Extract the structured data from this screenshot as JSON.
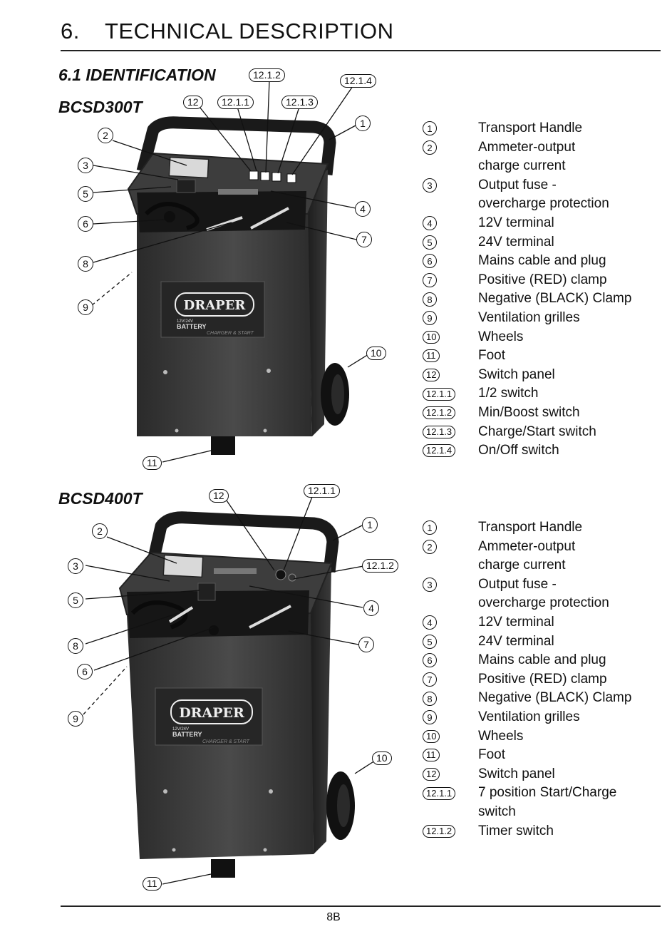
{
  "header": {
    "section_number": "6.",
    "title": "TECHNICAL DESCRIPTION"
  },
  "subheader": "6.1 IDENTIFICATION",
  "models": [
    {
      "name": "BCSD300T",
      "legend": [
        {
          "num": "1",
          "text": "Transport Handle"
        },
        {
          "num": "2",
          "text": "Ammeter-output\ncharge current"
        },
        {
          "num": "3",
          "text": "Output fuse -\novercharge protection"
        },
        {
          "num": "4",
          "text": "12V terminal"
        },
        {
          "num": "5",
          "text": "24V terminal"
        },
        {
          "num": "6",
          "text": "Mains cable and plug"
        },
        {
          "num": "7",
          "text": "Positive (RED) clamp"
        },
        {
          "num": "8",
          "text": "Negative (BLACK) Clamp"
        },
        {
          "num": "9",
          "text": "Ventilation grilles"
        },
        {
          "num": "10",
          "text": "Wheels"
        },
        {
          "num": "11",
          "text": "Foot"
        },
        {
          "num": "12",
          "text": "Switch panel"
        },
        {
          "num": "12.1.1",
          "text": "1/2 switch"
        },
        {
          "num": "12.1.2",
          "text": "Min/Boost switch"
        },
        {
          "num": "12.1.3",
          "text": "Charge/Start switch"
        },
        {
          "num": "12.1.4",
          "text": "On/Off switch"
        }
      ]
    },
    {
      "name": "BCSD400T",
      "legend": [
        {
          "num": "1",
          "text": "Transport Handle"
        },
        {
          "num": "2",
          "text": "Ammeter-output\ncharge current"
        },
        {
          "num": "3",
          "text": "Output fuse -\novercharge protection"
        },
        {
          "num": "4",
          "text": "12V terminal"
        },
        {
          "num": "5",
          "text": "24V terminal"
        },
        {
          "num": "6",
          "text": "Mains cable and plug"
        },
        {
          "num": "7",
          "text": "Positive (RED) clamp"
        },
        {
          "num": "8",
          "text": "Negative (BLACK) Clamp"
        },
        {
          "num": "9",
          "text": "Ventilation grilles"
        },
        {
          "num": "10",
          "text": "Wheels"
        },
        {
          "num": "11",
          "text": "Foot"
        },
        {
          "num": "12",
          "text": "Switch panel"
        },
        {
          "num": "12.1.1",
          "text": "7 position Start/Charge\nswitch"
        },
        {
          "num": "12.1.2",
          "text": "Timer switch"
        }
      ]
    }
  ],
  "product": {
    "brand": "DRAPER",
    "panel_text_300": [
      "12V/24V",
      "BATTERY",
      "CHARGER & START"
    ],
    "panel_text_400": [
      "12V/24V",
      "BATTERY",
      "CHARGER & START"
    ]
  },
  "footer": {
    "page_number": "8B"
  }
}
